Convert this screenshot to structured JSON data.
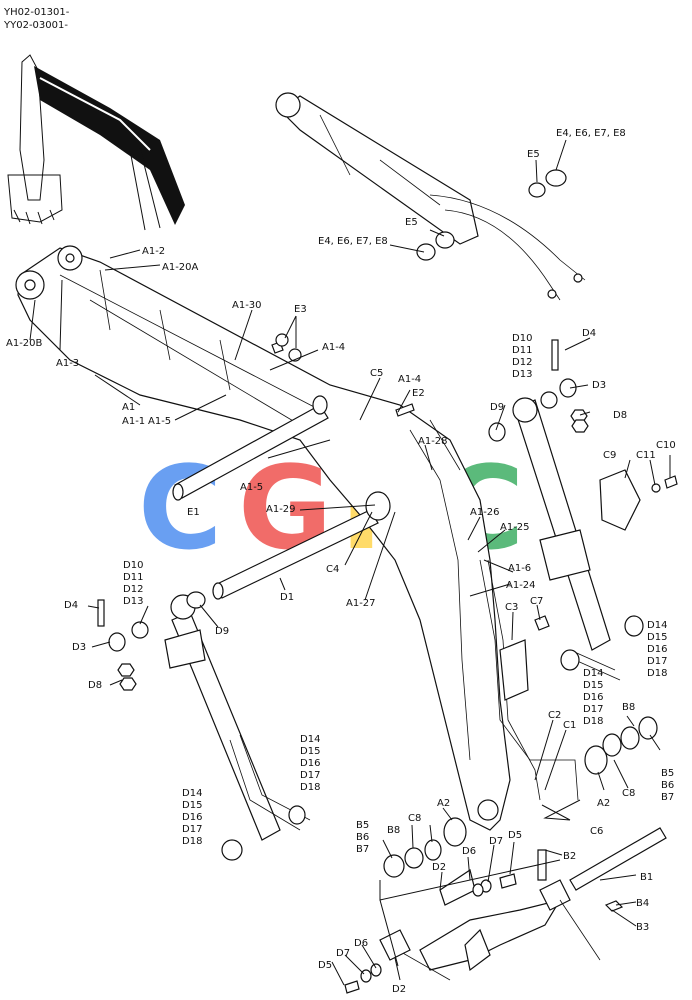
{
  "header": {
    "line1": "YH02-01301-",
    "line2": "YY02-03001-"
  },
  "labels": {
    "E4_E6_E7_E8_top": "E4, E6, E7, E8",
    "E5_top": "E5",
    "E5_mid": "E5",
    "E4_E6_E7_E8_mid": "E4, E6, E7, E8",
    "A1_2": "A1-2",
    "A1_20A": "A1-20A",
    "A1_20B": "A1-20B",
    "A1_3": "A1-3",
    "A1_30": "A1-30",
    "E3": "E3",
    "A1_4_a": "A1-4",
    "A1_4_b": "A1-4",
    "C5": "C5",
    "E2": "E2",
    "A1": "A1",
    "A1_1": "A1-1",
    "A1_5_a": "A1-5",
    "A1_5_b": "A1-5",
    "E1": "E1",
    "A1_29": "A1-29",
    "A1_28": "A1-28",
    "D4_top": "D4",
    "D10_top": "D10",
    "D11_top": "D11",
    "D12_top": "D12",
    "D13_top": "D13",
    "D3_top": "D3",
    "D8_top": "D8",
    "D9_top": "D9",
    "C9": "C9",
    "C11": "C11",
    "C10": "C10",
    "A1_26": "A1-26",
    "A1_25": "A1-25",
    "A1_6": "A1-6",
    "A1_24": "A1-24",
    "C4": "C4",
    "A1_27": "A1-27",
    "D1": "D1",
    "C3": "C3",
    "C7": "C7",
    "D10_left": "D10",
    "D11_left": "D11",
    "D12_left": "D12",
    "D13_left": "D13",
    "D4_left": "D4",
    "D3_left": "D3",
    "D8_left": "D8",
    "D9_left": "D9",
    "D14_r1": "D14",
    "D15_r1": "D15",
    "D16_r1": "D16",
    "D17_r1": "D17",
    "D18_r1": "D18",
    "D14_r2": "D14",
    "D15_r2": "D15",
    "D16_r2": "D16",
    "D17_r2": "D17",
    "D18_r2": "D18",
    "D14_l1": "D14",
    "D15_l1": "D15",
    "D16_l1": "D16",
    "D17_l1": "D17",
    "D18_l1": "D18",
    "D14_l2": "D14",
    "D15_l2": "D15",
    "D16_l2": "D16",
    "D17_l2": "D17",
    "D18_l2": "D18",
    "B8_r": "B8",
    "C2": "C2",
    "C1": "C1",
    "B5_r": "B5",
    "B6_r": "B6",
    "B7_r": "B7",
    "A2_r": "A2",
    "C8_r": "C8",
    "C6": "C6",
    "A2_m": "A2",
    "B5_l": "B5",
    "B6_l": "B6",
    "B7_l": "B7",
    "B8_l": "B8",
    "C8_l": "C8",
    "D7_m": "D7",
    "D5_m": "D5",
    "D6_m": "D6",
    "D2_m": "D2",
    "B2": "B2",
    "B1": "B1",
    "B4": "B4",
    "B3": "B3",
    "D5_b": "D5",
    "D7_b": "D7",
    "D6_b": "D6",
    "D2_b": "D2"
  },
  "watermark": {
    "letters": [
      "C",
      "G",
      "H",
      "C"
    ],
    "colors": [
      "#4f8ff0",
      "#ef5350",
      "#ffd54f",
      "#3fae64"
    ]
  }
}
